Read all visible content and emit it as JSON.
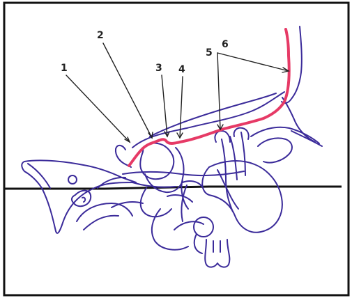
{
  "labels": {
    "n1": "1",
    "n2": "2",
    "n3": "3",
    "n4": "4",
    "n5": "5",
    "n6": "6"
  },
  "colors": {
    "outline": "#3b2b9a",
    "highlight": "#e63a66",
    "reference_line": "#111111",
    "pointer": "#222222",
    "border": "#111111"
  }
}
